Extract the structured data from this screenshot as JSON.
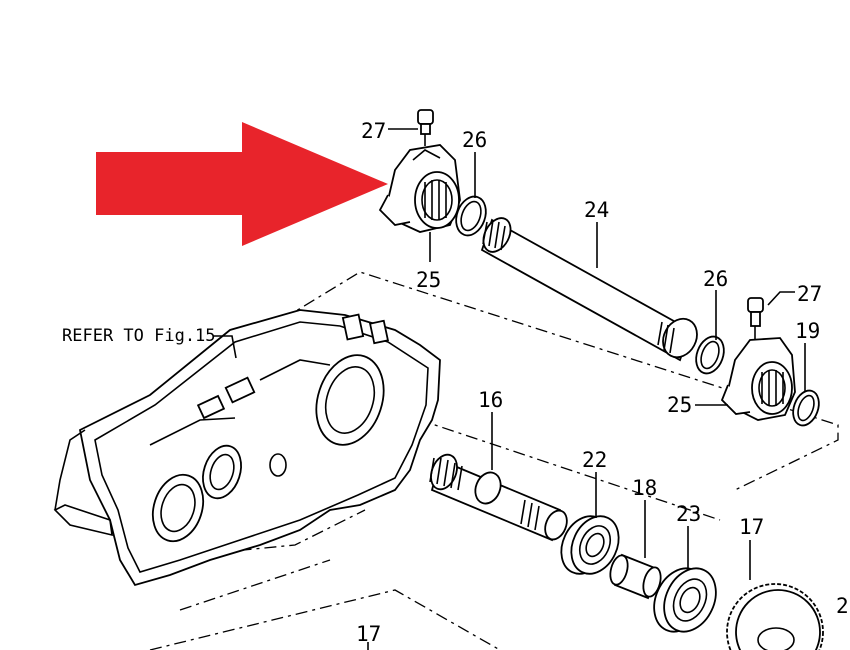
{
  "callouts": {
    "p27_top": "27",
    "p26_top": "26",
    "p25_top": "25",
    "p24": "24",
    "p26_right": "26",
    "p27_right": "27",
    "p19": "19",
    "p25_right": "25",
    "p16": "16",
    "p22": "22",
    "p18": "18",
    "p23": "23",
    "p17_right": "17",
    "p2": "2",
    "p17_bottom": "17"
  },
  "reference_note": "REFER TO Fig.15",
  "colors": {
    "arrow": "#e8242b",
    "line": "#000000"
  }
}
